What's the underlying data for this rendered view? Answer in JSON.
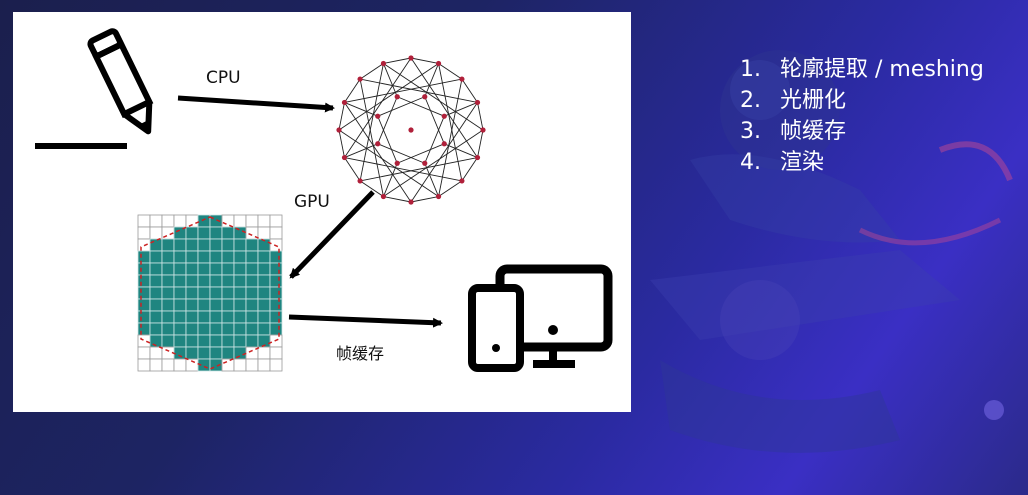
{
  "diagram": {
    "edge_cpu_label": "CPU",
    "edge_gpu_label": "GPU",
    "edge_framebuffer_label": "帧缓存"
  },
  "steps": [
    {
      "number": "1.",
      "text": "轮廓提取 / meshing"
    },
    {
      "number": "2.",
      "text": "光栅化"
    },
    {
      "number": "3.",
      "text": "帧缓存"
    },
    {
      "number": "4.",
      "text": "渲染"
    }
  ],
  "colors": {
    "background_dark": "#1b1f4d",
    "background_accent": "#3a2fc4",
    "mesh_node": "#b0203a",
    "raster_fill": "#1f8580",
    "raster_outline": "#cc2222"
  },
  "icons": [
    "pencil-icon",
    "mesh-graph-icon",
    "rasterized-grid-icon",
    "devices-icon"
  ]
}
